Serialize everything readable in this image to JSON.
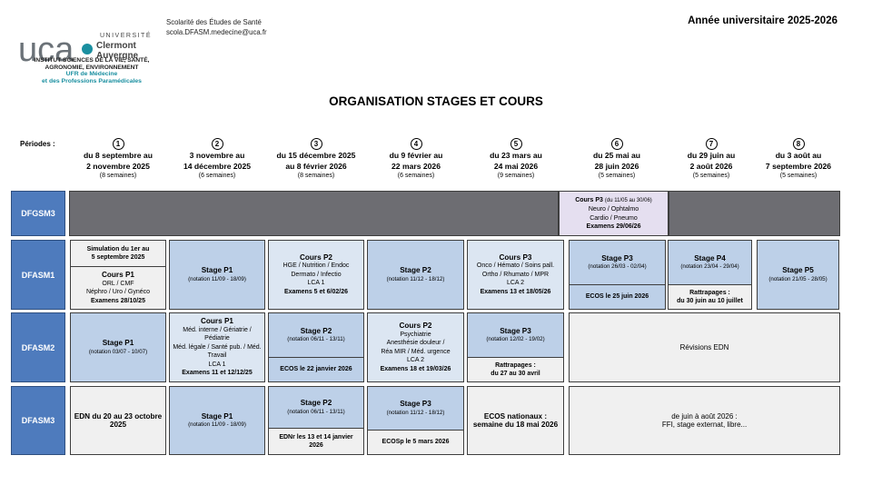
{
  "header": {
    "logo_letters": "uca",
    "logo_words": [
      "UNIVERSITÉ",
      "Clermont",
      "Auvergne"
    ],
    "institute": [
      "INSTITUT SCIENCES DE LA VIE, SANTÉ,",
      "AGRONOMIE, ENVIRONNEMENT"
    ],
    "ufr": [
      "UFR de Médecine",
      "et des Professions Paramédicales"
    ],
    "office": "Scolarité des Études de Santé",
    "email": "scola.DFASM.medecine@uca.fr",
    "year": "Année universitaire 2025-2026"
  },
  "title": "ORGANISATION STAGES ET COURS",
  "periods_label": "Périodes :",
  "periods": [
    {
      "num": "1",
      "l1": "du 8 septembre au",
      "l2": "2 novembre 2025",
      "dur": "(8 semaines)"
    },
    {
      "num": "2",
      "l1": "3 novembre au",
      "l2": "14 décembre 2025",
      "dur": "(6 semaines)"
    },
    {
      "num": "3",
      "l1": "du 15 décembre 2025",
      "l2": "au 8 février 2026",
      "dur": "(8 semaines)"
    },
    {
      "num": "4",
      "l1": "du 9 février au",
      "l2": "22 mars 2026",
      "dur": "(6 semaines)"
    },
    {
      "num": "5",
      "l1": "du 23 mars au",
      "l2": "24 mai 2026",
      "dur": "(9 semaines)"
    },
    {
      "num": "6",
      "l1": "du 25 mai au",
      "l2": "28 juin 2026",
      "dur": "(5 semaines)"
    },
    {
      "num": "7",
      "l1": "du 29 juin au",
      "l2": "2 août 2026",
      "dur": "(5 semaines)"
    },
    {
      "num": "8",
      "l1": "du 3 août au",
      "l2": "7 septembre 2026",
      "dur": "(5 semaines)"
    }
  ],
  "rows": {
    "dfgsm3": {
      "label": "DFGSM3",
      "p3": {
        "title": "Cours P3",
        "dates": "(du 11/05 au 30/06)",
        "l1": "Neuro / Ophtalmo",
        "l2": "Cardio / Pneumo",
        "exam": "Examens 29/06/26"
      }
    },
    "dfasm1": {
      "label": "DFASM1",
      "c1": {
        "sim1": "Simulation du 1er au",
        "sim2": "5 septembre 2025",
        "title": "Cours P1",
        "l1": "ORL / CMF",
        "l2": "Néphro / Uro / Gynéco",
        "exam": "Examens 28/10/25"
      },
      "c2": {
        "title": "Stage P1",
        "note": "(notation 11/09 - 18/09)"
      },
      "c3": {
        "title": "Cours P2",
        "l1": "HGE / Nutrition / Endoc",
        "l2": "Dermato / Infectio",
        "l3": "LCA 1",
        "exam": "Examens 5 et 6/02/26"
      },
      "c4": {
        "title": "Stage P2",
        "note": "(notation 11/12 - 18/12)"
      },
      "c5": {
        "title": "Cours P3",
        "l1": "Onco / Hémato / Soins pall.",
        "l2": "Ortho / Rhumato / MPR",
        "l3": "LCA 2",
        "exam": "Examens 13 et 18/05/26"
      },
      "c6": {
        "title": "Stage P3",
        "note": "(notation 26/03 - 02/04)",
        "ecos": "ECOS le 25 juin 2026"
      },
      "c7": {
        "title": "Stage P4",
        "note": "(notation 23/04 - 29/04)",
        "r1": "Rattrapages :",
        "r2": "du 30 juin au 10 juillet"
      },
      "c8": {
        "title": "Stage P5",
        "note": "(notation 21/05 - 28/05)"
      }
    },
    "dfasm2": {
      "label": "DFASM2",
      "c1": {
        "title": "Stage P1",
        "note": "(notation 03/07 - 10/07)"
      },
      "c2": {
        "title": "Cours P1",
        "l1": "Méd. interne / Gériatrie /",
        "l2": "Pédiatrie",
        "l3": "Méd. légale / Santé pub. / Méd.",
        "l4": "Travail",
        "l5": "LCA 1",
        "exam": "Examens 11 et 12/12/25"
      },
      "c3": {
        "title": "Stage P2",
        "note": "(notation 06/11 - 13/11)",
        "ecos": "ECOS le 22 janvier 2026"
      },
      "c4": {
        "title": "Cours P2",
        "l1": "Psychiatrie",
        "l2": "Anesthésie douleur /",
        "l3": "Réa MIR / Méd. urgence",
        "l4": "LCA 2",
        "exam": "Examens 18 et 19/03/26"
      },
      "c5": {
        "title": "Stage P3",
        "note": "(notation 12/02 - 19/02)",
        "r1": "Rattrapages :",
        "r2": "du 27 au 30 avril"
      },
      "c6": {
        "text": "Révisions EDN"
      }
    },
    "dfasm3": {
      "label": "DFASM3",
      "c1": {
        "l1": "EDN du 20 au 23 octobre",
        "l2": "2025"
      },
      "c2": {
        "title": "Stage P1",
        "note": "(notation 11/09 - 18/09)"
      },
      "c3": {
        "title": "Stage P2",
        "note": "(notation 06/11 - 13/11)",
        "e1": "EDNr les 13 et 14 janvier",
        "e2": "2026"
      },
      "c4": {
        "title": "Stage P3",
        "note": "(notation 11/12 - 18/12)",
        "ecos": "ECOSp le 5 mars 2026"
      },
      "c5": {
        "l1": "ECOS nationaux :",
        "l2": "semaine du 18 mai 2026"
      },
      "c6": {
        "l1": "de juin à août 2026 :",
        "l2": "FFI, stage externat, libre..."
      }
    }
  },
  "colors": {
    "label_blue": "#4e7bbd",
    "stage_blue": "#bdd0e8",
    "course_blue": "#dce6f2",
    "dfgsm3_dark": "#6d6d72",
    "p3_lavender": "#e5dff0",
    "logo_teal": "#1a8fa0"
  }
}
